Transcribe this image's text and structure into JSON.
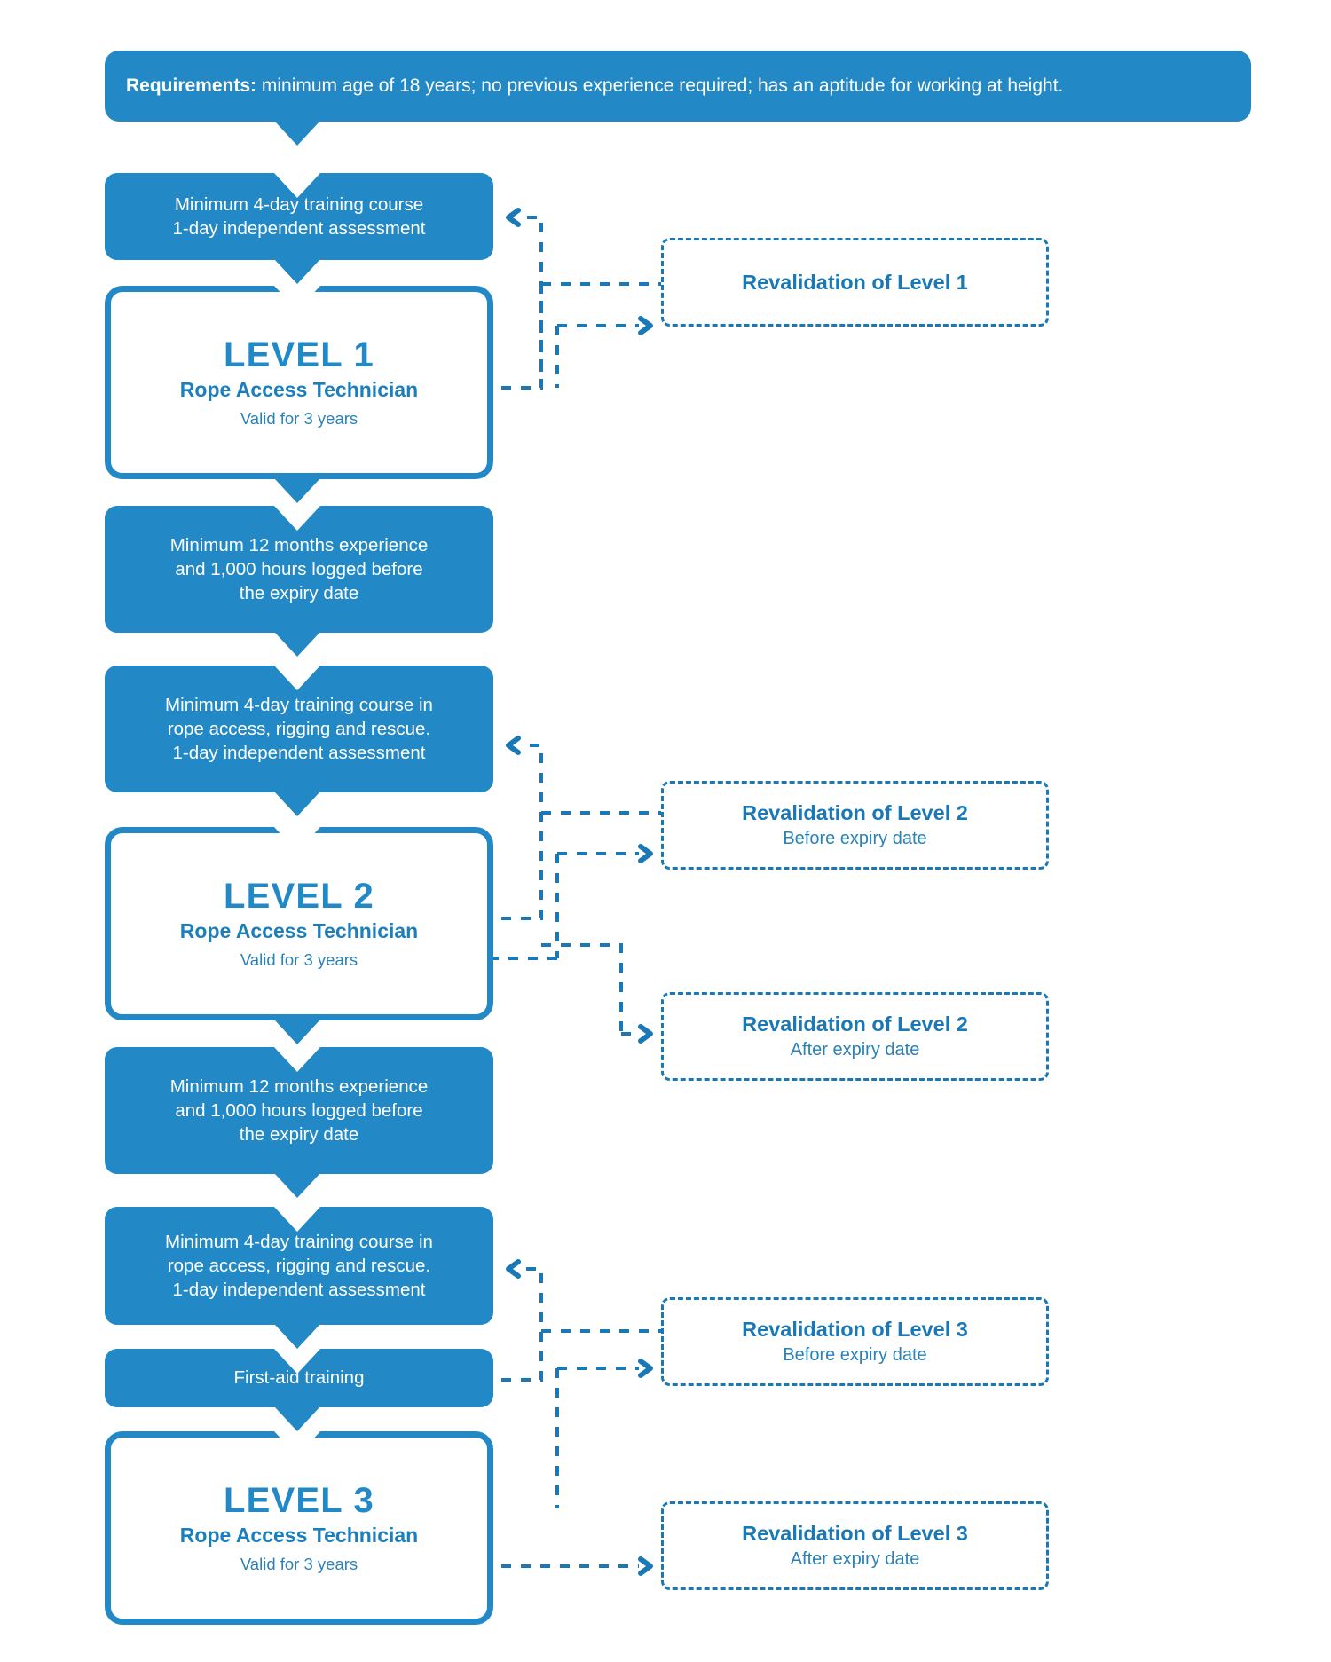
{
  "colors": {
    "brand_blue": "#2389C6",
    "dashed_blue": "#1B78B6",
    "text_on_blue": "#FFFFFF",
    "background": "#FFFFFF"
  },
  "banner": {
    "label": "Requirements:",
    "text": " minimum age of 18 years; no previous experience required; has an aptitude for working at height."
  },
  "steps": {
    "l1_training": "Minimum 4-day training course\n1-day independent assessment",
    "l1_to_l2_experience": "Minimum 12 months experience\nand 1,000 hours logged before\nthe expiry date",
    "l2_training": "Minimum 4-day training course in\nrope access, rigging and rescue.\n1-day independent assessment",
    "l2_to_l3_experience": "Minimum 12 months experience\nand 1,000 hours logged before\nthe expiry date",
    "l3_training": "Minimum 4-day training course in\nrope access, rigging and rescue.\n1-day independent assessment",
    "first_aid": "First-aid training"
  },
  "levels": [
    {
      "title": "LEVEL 1",
      "subtitle": "Rope Access Technician",
      "validity": "Valid for 3 years"
    },
    {
      "title": "LEVEL 2",
      "subtitle": "Rope Access Technician",
      "validity": "Valid for 3 years"
    },
    {
      "title": "LEVEL 3",
      "subtitle": "Rope Access Technician",
      "validity": "Valid for 3 years"
    }
  ],
  "revalidations": [
    {
      "title": "Revalidation of Level 1",
      "subtitle": ""
    },
    {
      "title": "Revalidation of Level 2",
      "subtitle": "Before expiry date"
    },
    {
      "title": "Revalidation of Level 2",
      "subtitle": "After expiry date"
    },
    {
      "title": "Revalidation of Level 3",
      "subtitle": "Before expiry date"
    },
    {
      "title": "Revalidation of Level 3",
      "subtitle": "After expiry date"
    }
  ]
}
